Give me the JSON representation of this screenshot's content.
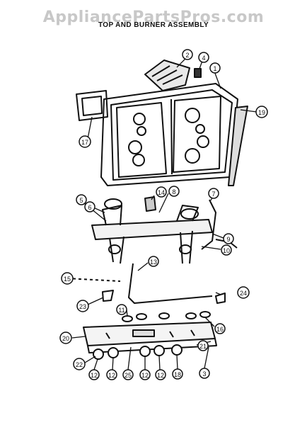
{
  "watermark": "AppliancePartsPros.com",
  "title": "TOP AND BURNER ASSEMBLY",
  "callouts": [
    {
      "id": "c1",
      "label": "1"
    },
    {
      "id": "c2",
      "label": "2"
    },
    {
      "id": "c4",
      "label": "4"
    },
    {
      "id": "c17",
      "label": "17"
    },
    {
      "id": "c19",
      "label": "19"
    },
    {
      "id": "c5",
      "label": "5"
    },
    {
      "id": "c6",
      "label": "6"
    },
    {
      "id": "c14",
      "label": "14"
    },
    {
      "id": "c8",
      "label": "8"
    },
    {
      "id": "c7",
      "label": "7"
    },
    {
      "id": "c9",
      "label": "9"
    },
    {
      "id": "c10",
      "label": "10"
    },
    {
      "id": "c13",
      "label": "13"
    },
    {
      "id": "c15",
      "label": "15"
    },
    {
      "id": "c23",
      "label": "23"
    },
    {
      "id": "c24",
      "label": "24"
    },
    {
      "id": "c11",
      "label": "11"
    },
    {
      "id": "c16",
      "label": "16"
    },
    {
      "id": "c20",
      "label": "20"
    },
    {
      "id": "c21",
      "label": "21"
    },
    {
      "id": "c22",
      "label": "22"
    },
    {
      "id": "c12a",
      "label": "12"
    },
    {
      "id": "c12b",
      "label": "12"
    },
    {
      "id": "c25",
      "label": "25"
    },
    {
      "id": "c12c",
      "label": "12"
    },
    {
      "id": "c12d",
      "label": "12"
    },
    {
      "id": "c18",
      "label": "18"
    },
    {
      "id": "c3",
      "label": "3"
    }
  ],
  "colors": {
    "ink": "#111111",
    "watermark": "#c8c8c8",
    "paper": "#ffffff"
  }
}
